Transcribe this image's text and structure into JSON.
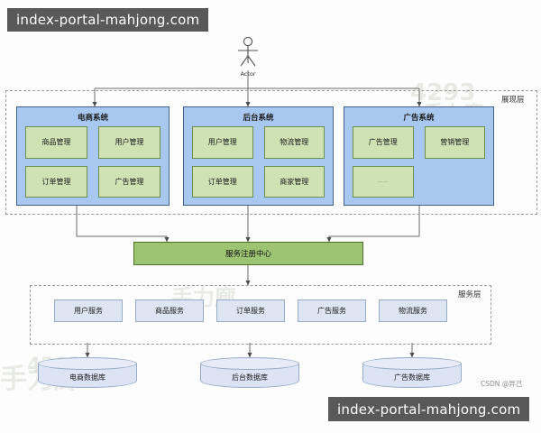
{
  "watermarks": {
    "top_bar": "index-portal-mahjong.com",
    "bottom_bar": "index-portal-mahjong.com",
    "ghost_1": "手力廊 4293",
    "ghost_2": "手力廊",
    "ghost_3": "4293",
    "ghost_4": "手力廊"
  },
  "credit": "CSDN @异己",
  "actor": {
    "label": "Actor",
    "icon": "stick-figure-actor-icon"
  },
  "layers": [
    {
      "id": "presentation",
      "label": "展现层"
    },
    {
      "id": "service",
      "label": "服务层"
    }
  ],
  "systems": [
    {
      "id": "ecommerce",
      "title": "电商系统",
      "modules": [
        "商品管理",
        "用户管理",
        "订单管理",
        "广告管理"
      ]
    },
    {
      "id": "backend",
      "title": "后台系统",
      "modules": [
        "用户管理",
        "物流管理",
        "订单管理",
        "商家管理"
      ]
    },
    {
      "id": "advertising",
      "title": "广告系统",
      "modules": [
        "广告管理",
        "营销管理",
        "……",
        ""
      ]
    }
  ],
  "registry": {
    "label": "服务注册中心"
  },
  "services": [
    {
      "id": "user-service",
      "label": "用户服务"
    },
    {
      "id": "product-service",
      "label": "商品服务"
    },
    {
      "id": "order-service",
      "label": "订单服务"
    },
    {
      "id": "ad-service",
      "label": "广告服务"
    },
    {
      "id": "logistics-service",
      "label": "物流服务"
    }
  ],
  "databases": [
    {
      "id": "ecommerce-db",
      "label": "电商数据库"
    },
    {
      "id": "backend-db",
      "label": "后台数据库"
    },
    {
      "id": "ad-db",
      "label": "广告数据库"
    }
  ],
  "colors": {
    "system_fill": "#a8c8ef",
    "system_stroke": "#41618c",
    "module_fill": "#cfe2b3",
    "module_stroke": "#6e8f52",
    "registry_fill": "#9cc473",
    "registry_stroke": "#4c7028",
    "service_fill": "#dde5f2",
    "service_stroke": "#9aabc4",
    "db_fill": "#dbe3f4",
    "watermark_bar": "#595959",
    "connector": "#6b6b6b"
  }
}
